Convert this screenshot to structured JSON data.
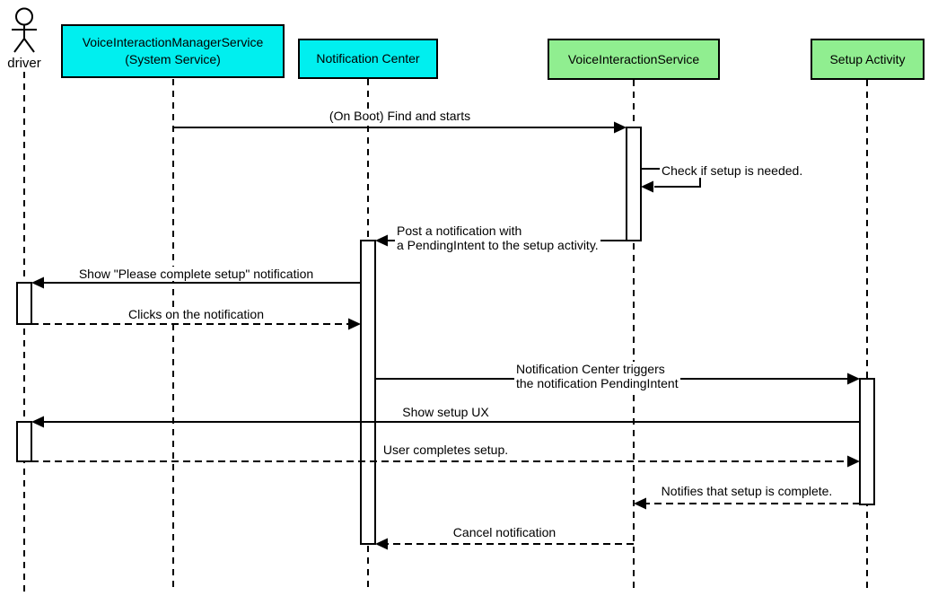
{
  "colors": {
    "system_box_fill": "#00EFEF",
    "service_box_fill": "#90EE90",
    "box_border": "#000000",
    "line": "#000000",
    "activation_fill": "#FFFFFF",
    "background": "#FFFFFF"
  },
  "actor": {
    "label": "driver"
  },
  "participants": [
    {
      "label": "VoiceInteractionManagerService\n(System Service)",
      "type": "system"
    },
    {
      "label": "Notification Center",
      "type": "system"
    },
    {
      "label": "VoiceInteractionService",
      "type": "service"
    },
    {
      "label": "Setup Activity",
      "type": "service"
    }
  ],
  "messages": [
    {
      "label": "(On Boot) Find and starts",
      "from": "VoiceInteractionManagerService (System Service)",
      "to": "VoiceInteractionService",
      "line": "solid"
    },
    {
      "label": "Check if setup is needed.",
      "from": "VoiceInteractionService",
      "to": "VoiceInteractionService",
      "line": "solid-self"
    },
    {
      "label": "Post a notification with\na PendingIntent to the setup activity.",
      "from": "VoiceInteractionService",
      "to": "Notification Center",
      "line": "solid"
    },
    {
      "label": "Show \"Please complete setup\" notification",
      "from": "Notification Center",
      "to": "driver",
      "line": "solid"
    },
    {
      "label": "Clicks on the notification",
      "from": "driver",
      "to": "Notification Center",
      "line": "dashed"
    },
    {
      "label": "Notification Center triggers\nthe notification PendingIntent",
      "from": "Notification Center",
      "to": "Setup Activity",
      "line": "solid"
    },
    {
      "label": "Show setup UX",
      "from": "Setup Activity",
      "to": "driver",
      "line": "solid"
    },
    {
      "label": "User completes setup.",
      "from": "driver",
      "to": "Setup Activity",
      "line": "dashed"
    },
    {
      "label": "Notifies that setup is complete.",
      "from": "Setup Activity",
      "to": "VoiceInteractionService",
      "line": "dashed"
    },
    {
      "label": "Cancel notification",
      "from": "VoiceInteractionService",
      "to": "Notification Center",
      "line": "dashed"
    }
  ]
}
